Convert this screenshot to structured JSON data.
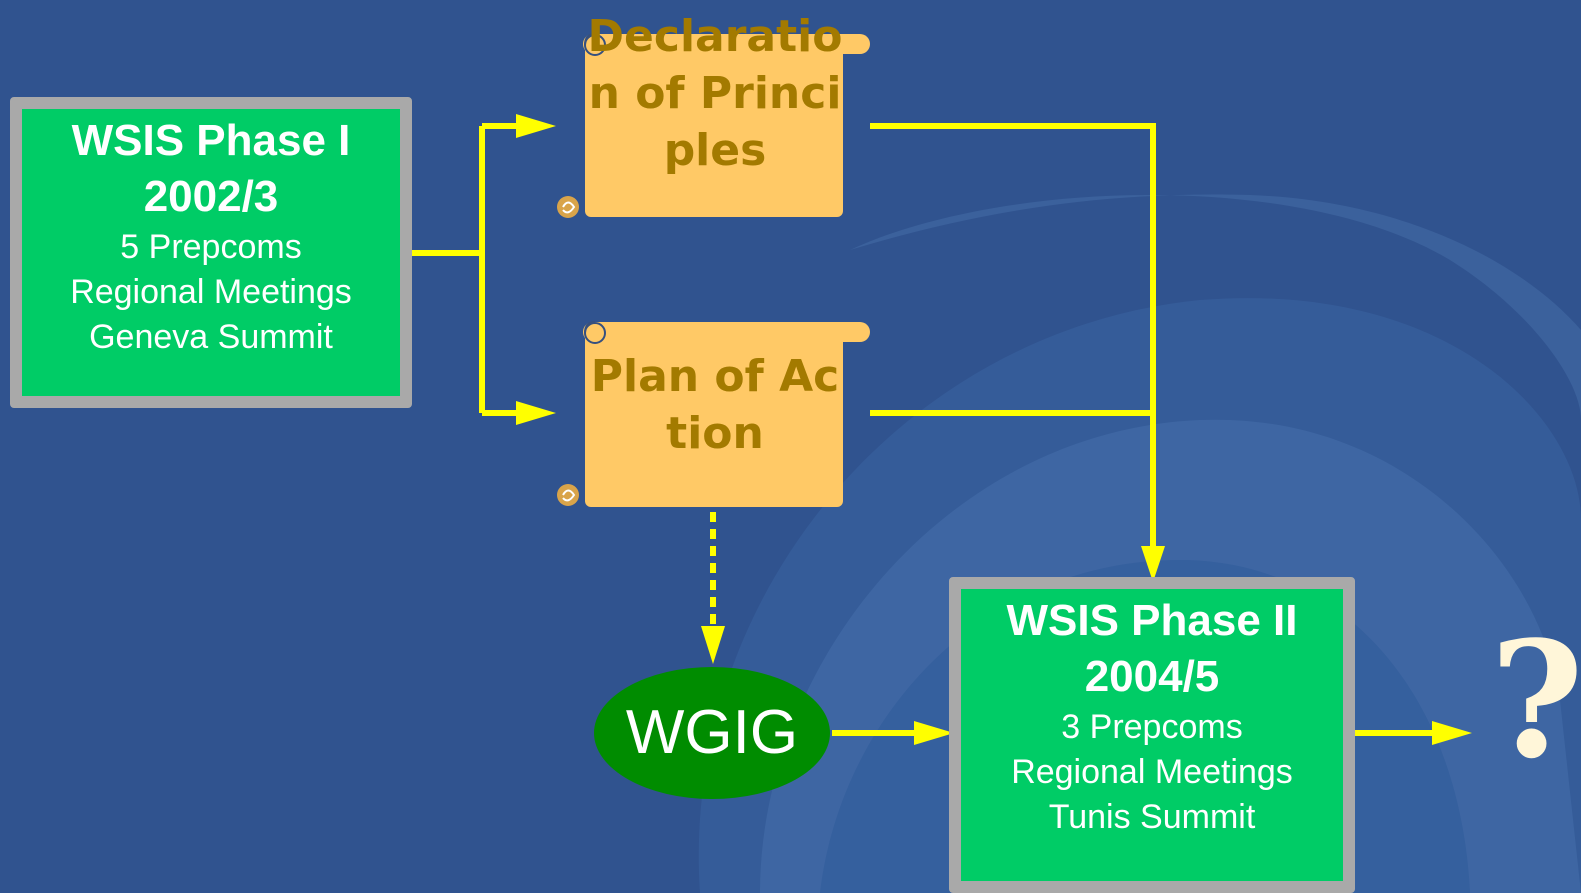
{
  "colors": {
    "background": "#30538f",
    "phase_box_fill": "#00cc66",
    "phase_box_border": "#a9a9a9",
    "scroll_fill": "#ffc966",
    "scroll_text": "#a37a00",
    "wgig_fill": "#008c00",
    "arrow": "#ffff00"
  },
  "phase1": {
    "title": "WSIS Phase I",
    "years": "2002/3",
    "lines": [
      "5 Prepcoms",
      "Regional Meetings",
      "Geneva Summit"
    ]
  },
  "declaration": {
    "text": "Declaration of Principles"
  },
  "plan": {
    "text": "Plan of Action"
  },
  "wgig": {
    "label": "WGIG"
  },
  "phase2": {
    "title": "WSIS Phase II",
    "years": "2004/5",
    "lines": [
      "3 Prepcoms",
      "Regional Meetings",
      "Tunis Summit"
    ]
  },
  "outcome": {
    "symbol": "?"
  }
}
